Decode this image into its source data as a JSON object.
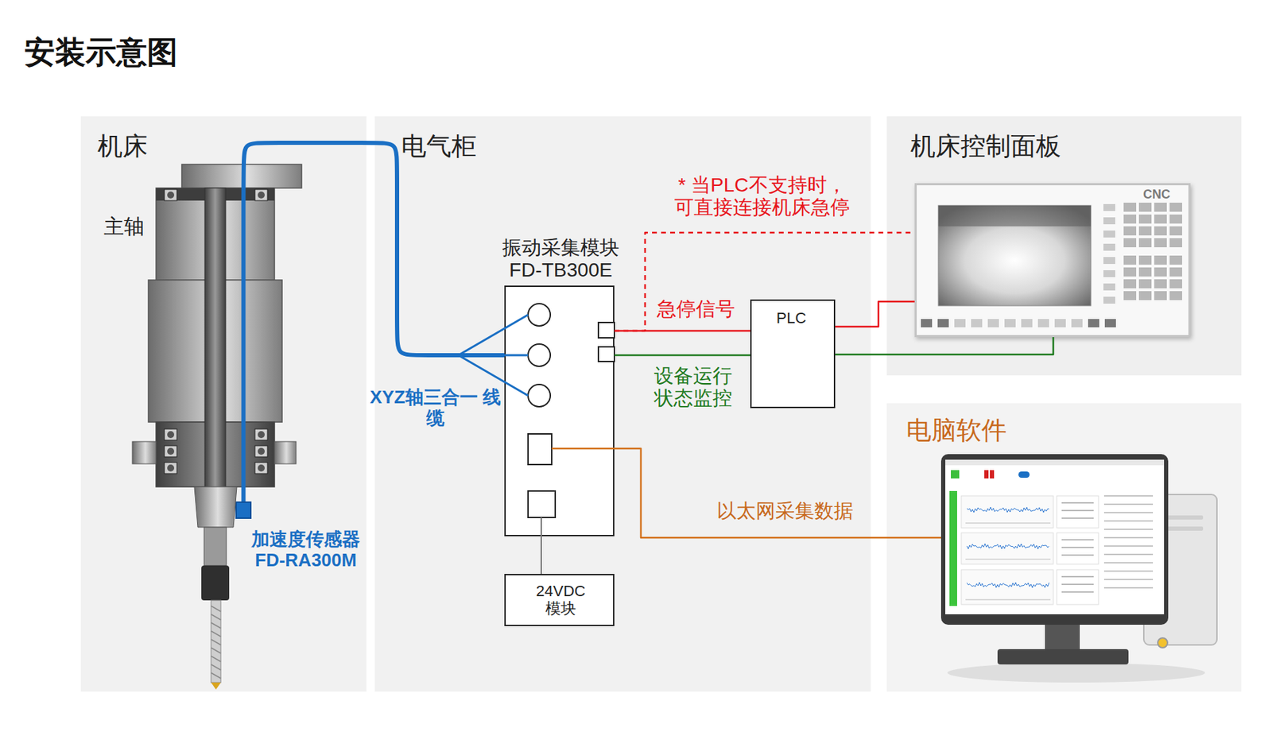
{
  "diagram": {
    "title": "安装示意图",
    "nodes": [
      {
        "text": [
          "机床"
        ]
      },
      {
        "text": [
          "加速度传感器 FD-RA300M"
        ],
        "in": 0
      },
      {
        "text": [
          "电气柜"
        ]
      },
      {
        "text": [
          "振动采集模块 FD-TB300E"
        ],
        "in": 2
      },
      {
        "text": [
          "24VDC 模块"
        ],
        "in": 2
      },
      {
        "text": [
          "PLC"
        ],
        "in": 2
      },
      {
        "text": [
          "机床控制面板"
        ]
      },
      {
        "text": [
          "CNC"
        ],
        "in": 6
      },
      {
        "text": [
          "电脑软件"
        ]
      }
    ],
    "edges": [
      {
        "from": 1,
        "to": 3,
        "label": "XYZ轴三合一 线缆",
        "arrow": "none"
      },
      {
        "from": 3,
        "to": 5,
        "label": "急停信号",
        "arrow": "none"
      },
      {
        "from": 3,
        "to": 5,
        "label": "设备运行 状态监控",
        "arrow": "none"
      },
      {
        "from": 5,
        "to": 7,
        "arrow": "none"
      },
      {
        "from": 5,
        "to": 7,
        "arrow": "none"
      },
      {
        "from": 3,
        "to": 7,
        "label": "* 当PLC不支持时， 可直接连接机床急停",
        "arrow": "none"
      },
      {
        "from": 3,
        "to": 8,
        "label": "以太网采集数据",
        "arrow": "none"
      },
      {
        "from": 3,
        "to": 4,
        "arrow": "none"
      }
    ],
    "labels": [
      "主轴"
    ]
  }
}
